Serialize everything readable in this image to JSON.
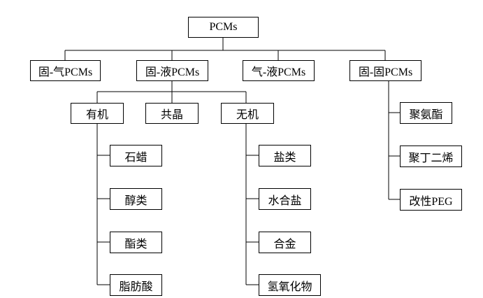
{
  "root": "PCMs",
  "categories": [
    "固-气PCMs",
    "固-液PCMs",
    "气-液PCMs",
    "固-固PCMs"
  ],
  "solid_liquid": {
    "children": [
      "有机",
      "共晶",
      "无机"
    ],
    "organic": [
      "石蜡",
      "醇类",
      "酯类",
      "脂肪酸"
    ],
    "inorganic": [
      "盐类",
      "水合盐",
      "合金",
      "氢氧化物"
    ]
  },
  "solid_solid": [
    "聚氨酯",
    "聚丁二烯",
    "改性PEG"
  ]
}
